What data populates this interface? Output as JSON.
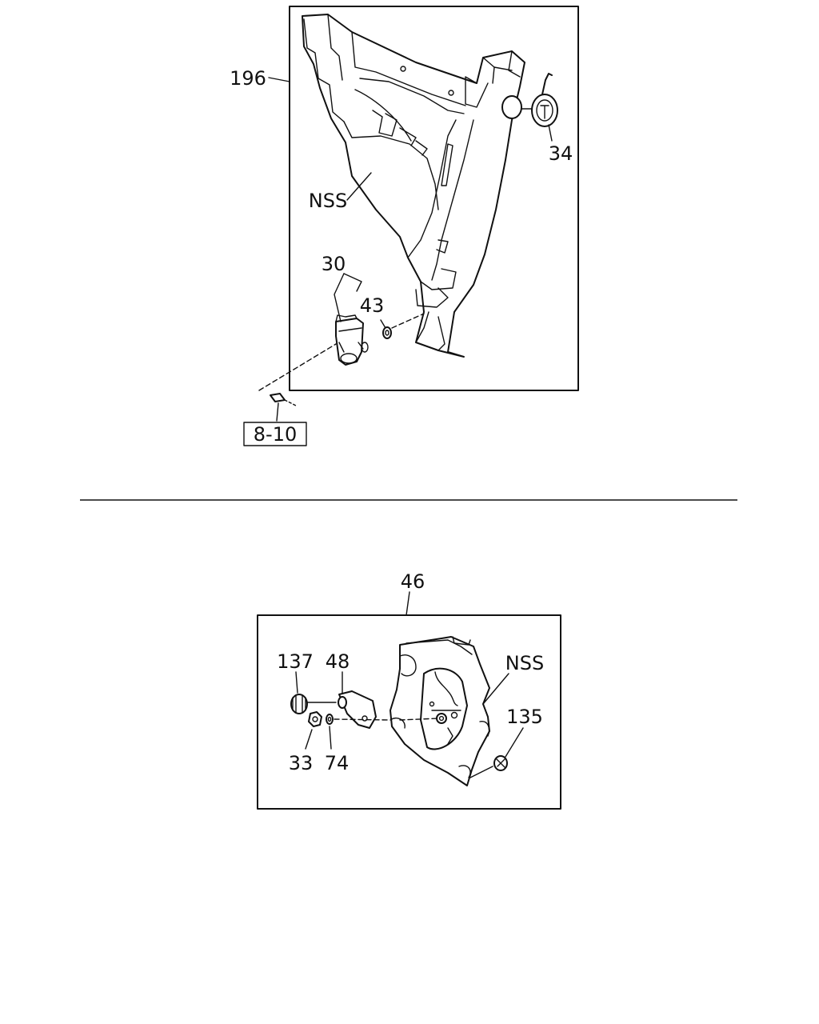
{
  "diagram_top": {
    "labels": {
      "assembly": "196",
      "nss": "NSS",
      "cap": "34",
      "motor": "30",
      "grommet": "43",
      "ref": "8-10"
    }
  },
  "diagram_bottom": {
    "labels": {
      "assembly": "46",
      "bushing": "137",
      "lever": "48",
      "nss": "NSS",
      "clip": "135",
      "nut": "33",
      "washer": "74"
    }
  }
}
